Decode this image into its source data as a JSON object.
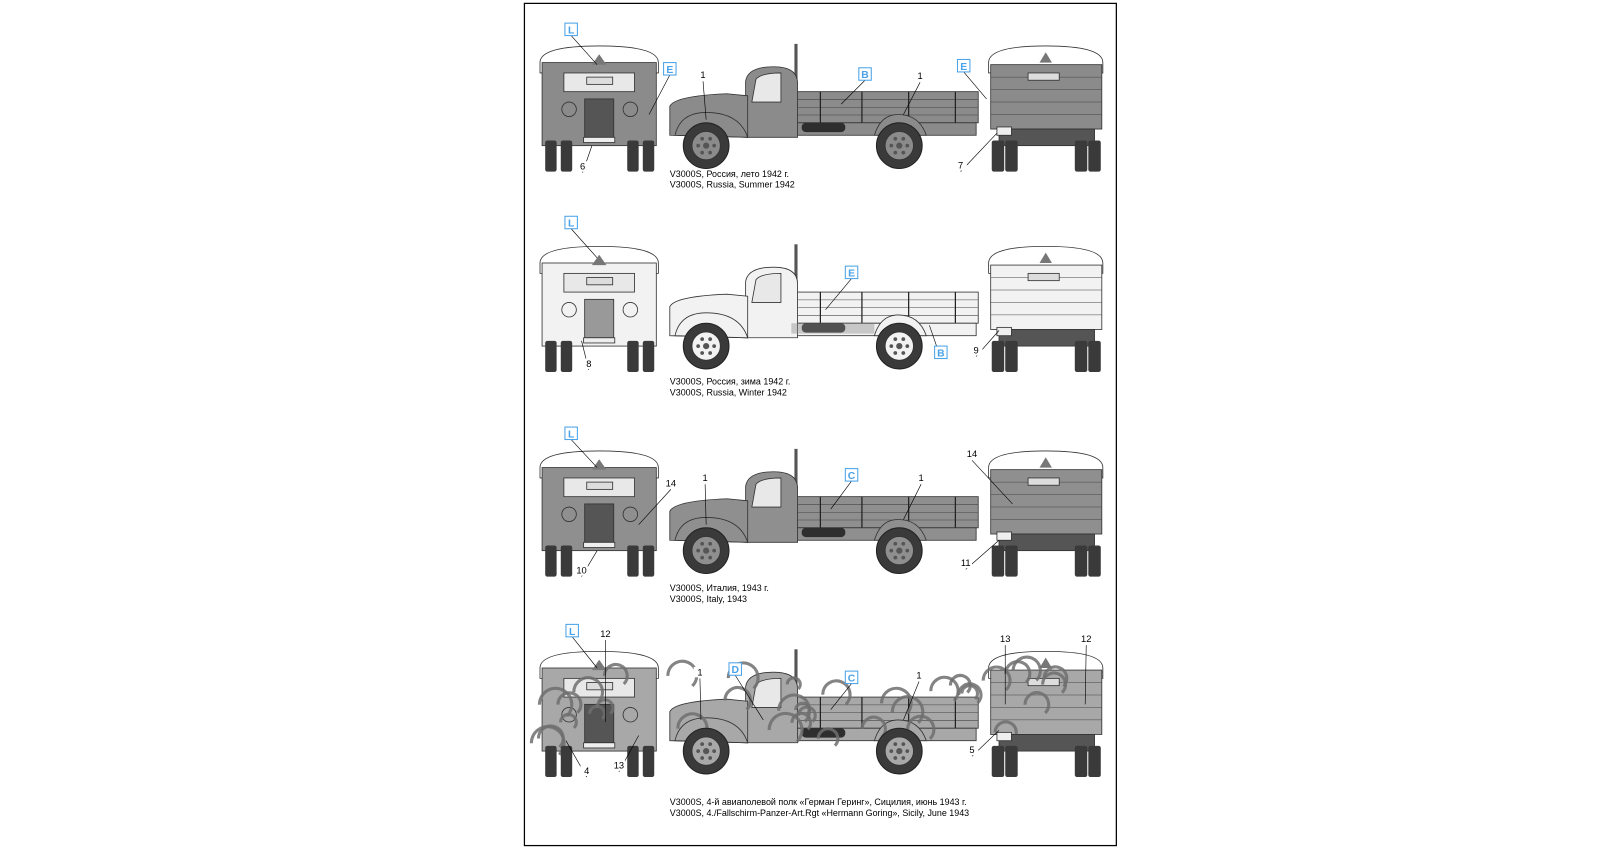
{
  "page": {
    "border_color": "#000000",
    "callout_box_color": "#4aa3e8"
  },
  "schemes": [
    {
      "caption_ru": "V3000S, Россия, лето 1942 г.",
      "caption_en": "V3000S, Russia, Summer 1942",
      "body_color": "#8b8b8b",
      "camouflage": "none",
      "callouts": [
        "L",
        "E",
        "1",
        "B",
        "1",
        "E",
        "6",
        "7"
      ]
    },
    {
      "caption_ru": "V3000S, Россия, зима 1942 г.",
      "caption_en": "V3000S, Russia, Winter 1942",
      "body_color": "#f2f2f2",
      "camouflage": "whitewash",
      "callouts": [
        "L",
        "E",
        "B",
        "8",
        "9"
      ]
    },
    {
      "caption_ru": "V3000S, Италия, 1943 г.",
      "caption_en": "V3000S, Italy, 1943",
      "body_color": "#8f8f8f",
      "camouflage": "none",
      "callouts": [
        "L",
        "14",
        "1",
        "C",
        "1",
        "14",
        "10",
        "11"
      ]
    },
    {
      "caption_ru": "V3000S, 4-й авиаполевой полк «Герман Геринг», Сицилия, июнь 1943 г.",
      "caption_en": "V3000S, 4./Fallschirm-Panzer-Art.Rgt «Hermann Goring», Sicily, June 1943",
      "body_color": "#a8a8a8",
      "camouflage": "swirl",
      "camo_color": "#6e6e6e",
      "callouts": [
        "L",
        "12",
        "D",
        "C",
        "1",
        "1",
        "13",
        "12",
        "4",
        "13",
        "5"
      ]
    }
  ]
}
